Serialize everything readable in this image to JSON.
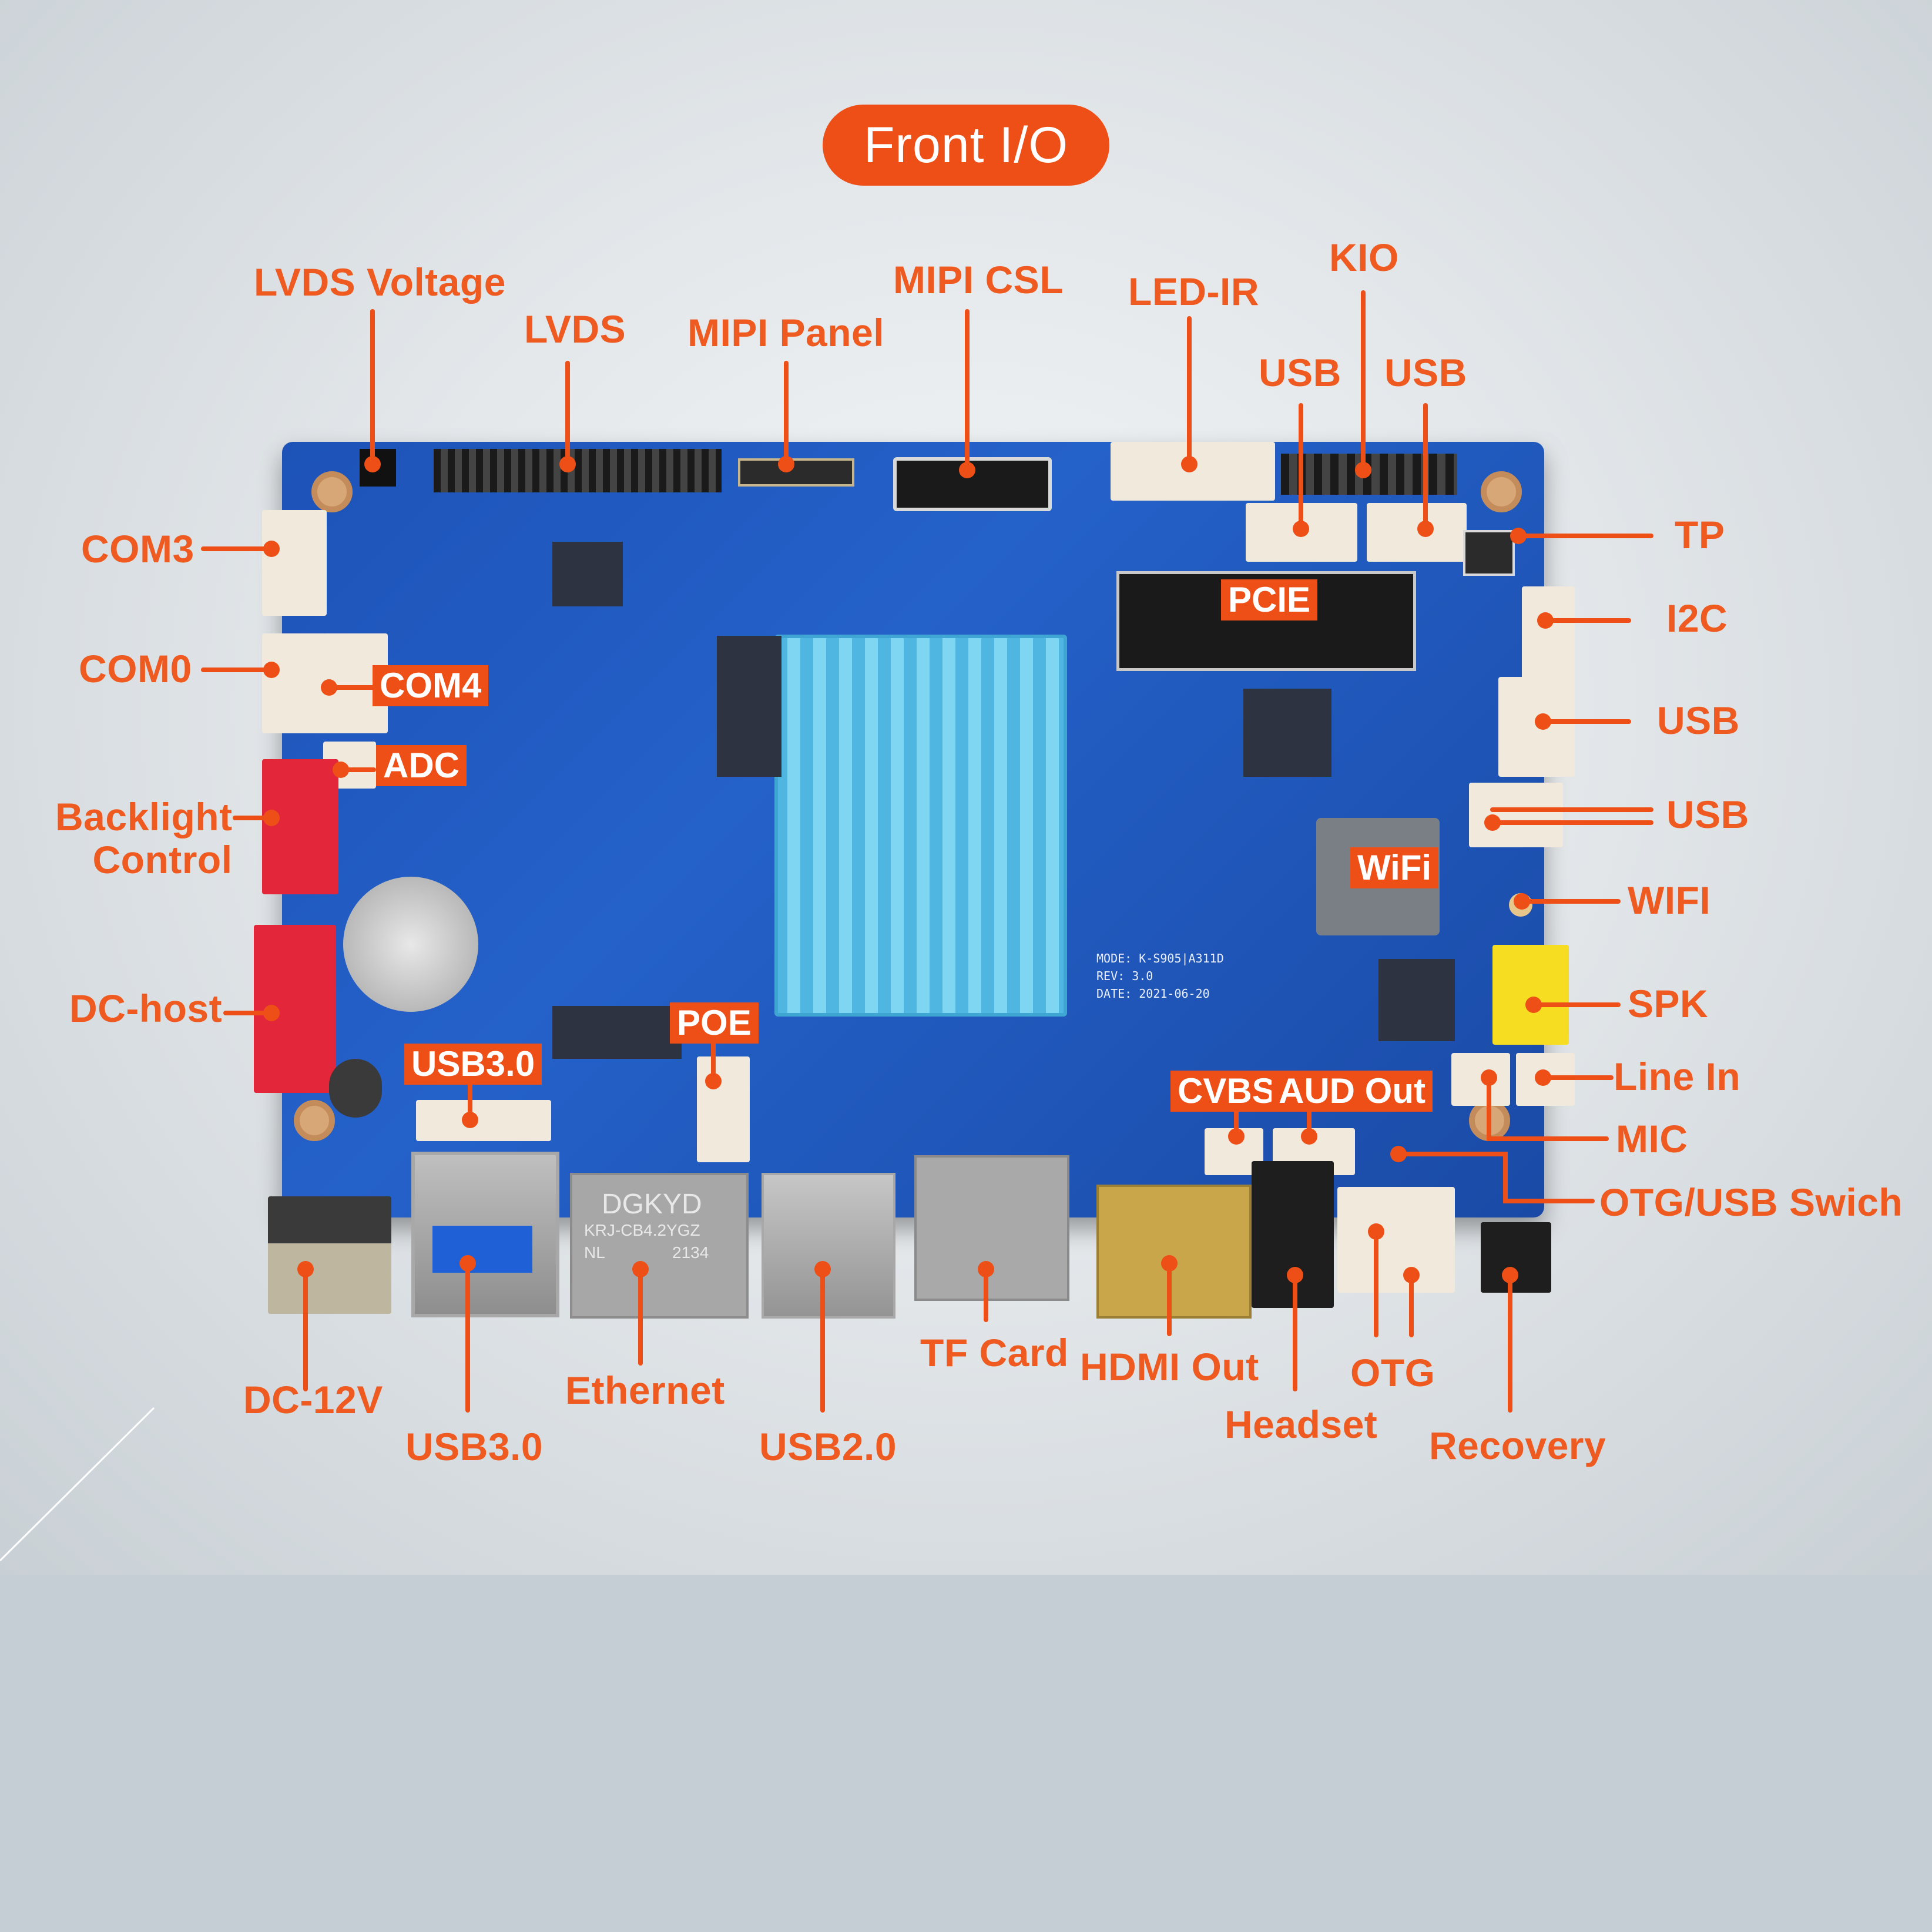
{
  "title": "Front I/O",
  "labels": {
    "lvds_voltage": "LVDS Voltage",
    "lvds": "LVDS",
    "mipi_panel": "MIPI Panel",
    "mipi_csl": "MIPI CSL",
    "led_ir": "LED-IR",
    "kio": "KIO",
    "usb_top_1": "USB",
    "usb_top_2": "USB",
    "tp": "TP",
    "i2c": "I2C",
    "usb_right_1": "USB",
    "usb_right_2": "USB",
    "wifi_ant": "WIFI",
    "spk": "SPK",
    "line_in": "Line In",
    "mic": "MIC",
    "otg_usb_switch": "OTG/USB Swich",
    "com3": "COM3",
    "com0": "COM0",
    "backlight_control": "Backlight\nControl",
    "dc_host": "DC-host",
    "dc_12v": "DC-12V",
    "usb30_bottom": "USB3.0",
    "ethernet": "Ethernet",
    "usb20": "USB2.0",
    "tf_card": "TF Card",
    "hdmi_out": "HDMI Out",
    "headset": "Headset",
    "otg": "OTG",
    "recovery": "Recovery"
  },
  "tags": {
    "com4": "COM4",
    "adc": "ADC",
    "usb30": "USB3.0",
    "poe": "POE",
    "pcie": "PCIE",
    "wifi": "WiFi",
    "cvbs": "CVBS",
    "aud_out": "AUD Out"
  },
  "board_print": {
    "rj45_brand": "DGKYD",
    "rj45_model": "KRJ-CB4.2YGZ",
    "rj45_nl": "NL",
    "rj45_code": "2134",
    "model": "MODE: K-S905|A311D",
    "rev": "REV: 3.0",
    "date": "DATE: 2021-06-20"
  },
  "colors": {
    "accent": "#ee4f17",
    "board": "#1f56bd",
    "heatsink": "#5fc3ea",
    "connector_red": "#e3263a",
    "connector_white": "#f1e9dc",
    "spk_yellow": "#f6dd22"
  }
}
